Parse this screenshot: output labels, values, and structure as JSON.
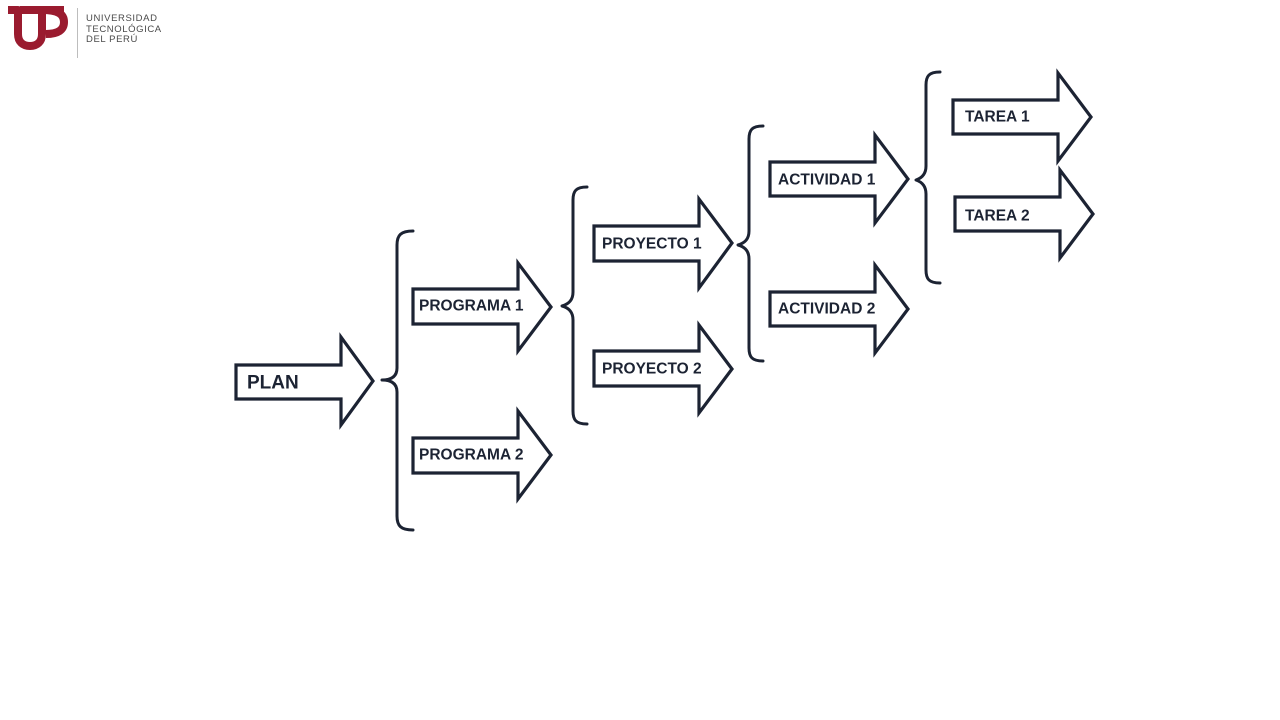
{
  "logo": {
    "brand_color": "#9a1b2f",
    "mark": "UTP",
    "lines": [
      "UNIVERSIDAD",
      "TECNOLÓGICA",
      "DEL PERÚ"
    ]
  },
  "diagram": {
    "nodes": {
      "plan": "PLAN",
      "programa_1": "PROGRAMA 1",
      "programa_2": "PROGRAMA 2",
      "proyecto_1": "PROYECTO 1",
      "proyecto_2": "PROYECTO 2",
      "actividad_1": "ACTIVIDAD 1",
      "actividad_2": "ACTIVIDAD 2",
      "tarea_1": "TAREA 1",
      "tarea_2": "TAREA 2"
    },
    "hierarchy": [
      {
        "parent": "plan",
        "children": [
          "programa_1",
          "programa_2"
        ]
      },
      {
        "parent": "programa_1",
        "children": [
          "proyecto_1",
          "proyecto_2"
        ]
      },
      {
        "parent": "proyecto_1",
        "children": [
          "actividad_1",
          "actividad_2"
        ]
      },
      {
        "parent": "actividad_1",
        "children": [
          "tarea_1",
          "tarea_2"
        ]
      }
    ],
    "stroke_color": "#1c2333"
  }
}
